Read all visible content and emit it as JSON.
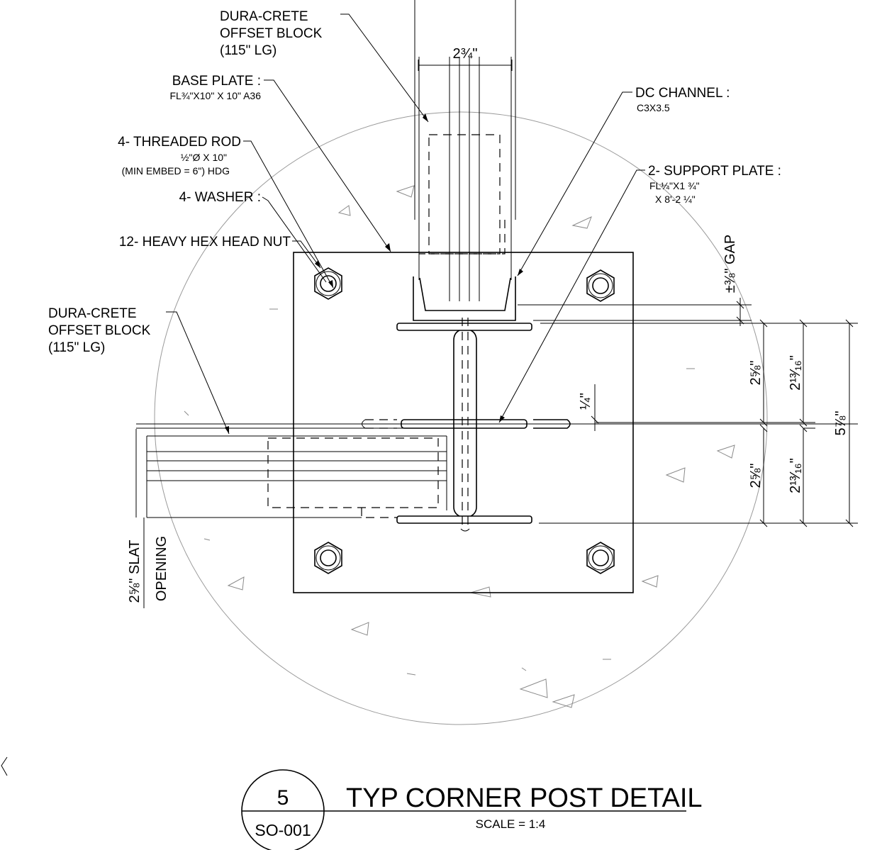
{
  "callouts": {
    "offset_block_top": {
      "line1": "DURA-CRETE",
      "line2": "OFFSET BLOCK",
      "line3": "(115\" LG)"
    },
    "base_plate": {
      "title": "BASE PLATE :",
      "spec": "FL¾\"X10\" X 10\" A36"
    },
    "threaded_rod": {
      "title": "4- THREADED ROD",
      "spec1": "½\"Ø  X  10\"",
      "spec2": "(MIN EMBED = 6\") HDG"
    },
    "washer": {
      "title": "4- WASHER :"
    },
    "hex_nut": {
      "title": "12- HEAVY HEX HEAD NUT"
    },
    "offset_block_left": {
      "line1": "DURA-CRETE",
      "line2": "OFFSET BLOCK",
      "line3": "(115\" LG)"
    },
    "dc_channel": {
      "title": "DC CHANNEL :",
      "spec": "C3X3.5"
    },
    "support_plate": {
      "title": "2- SUPPORT PLATE :",
      "spec1": "FL¼\"X1 ¾\"",
      "spec2": "X  8'-2 ¼\""
    }
  },
  "dimensions": {
    "top_width": "2¾\"",
    "gap": "±⅜\" GAP",
    "plate_thk": "¼\"",
    "upper_inner": "2⅝\"",
    "upper_outer": "2¹³⁄₁₆\"",
    "lower_inner": "2⅝\"",
    "lower_outer": "2¹³⁄₁₆\"",
    "overall": "5⅞\"",
    "slat_line1": "2⅝\" SLAT",
    "slat_line2": "OPENING"
  },
  "title_block": {
    "detail_number": "5",
    "sheet": "SO-001",
    "title": "TYP CORNER POST DETAIL",
    "scale": "SCALE =  1:4"
  }
}
